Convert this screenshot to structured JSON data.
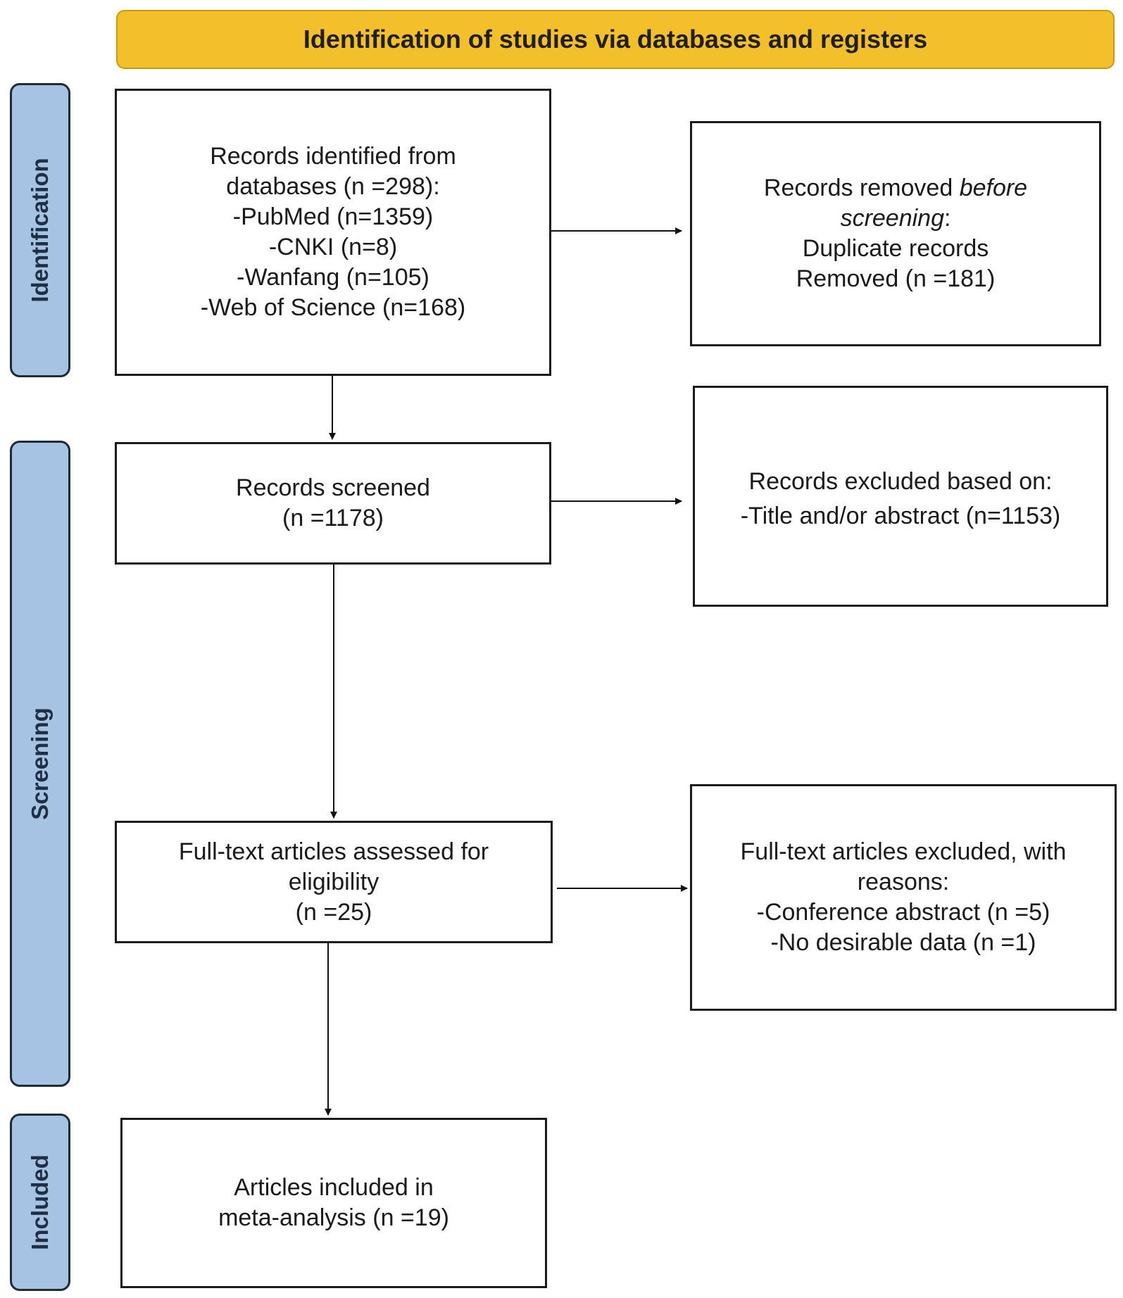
{
  "header": {
    "title": "Identification of studies via databases and registers"
  },
  "phases": {
    "identification": "Identification",
    "screening": "Screening",
    "included": "Included"
  },
  "identified": {
    "line1": "Records identified from",
    "line2": "databases (n =298):",
    "pubmed": "-PubMed (n=1359)",
    "cnki": "-CNKI (n=8)",
    "wanfang": "-Wanfang (n=105)",
    "wos": "-Web of Science (n=168)"
  },
  "removed": {
    "line1_a": "Records removed ",
    "line1_b": "before",
    "line2_a": "screening",
    "line2_b": ":",
    "line3": "Duplicate records",
    "line4": "Removed (n =181)"
  },
  "screened": {
    "line1": "Records screened",
    "line2": "(n =1178)"
  },
  "excluded": {
    "line1": "Records excluded based on:",
    "line2": "-Title and/or abstract (n=1153)"
  },
  "fulltext": {
    "line1": "Full-text articles assessed for",
    "line2": "eligibility",
    "line3": "(n =25)"
  },
  "fulltext_excluded": {
    "line1": "Full-text articles excluded, with",
    "line2": "reasons:",
    "line3": "-Conference abstract (n =5)",
    "line4": "-No desirable data (n =1)"
  },
  "included": {
    "line1": "Articles included in",
    "line2": "meta-analysis (n =19)"
  }
}
